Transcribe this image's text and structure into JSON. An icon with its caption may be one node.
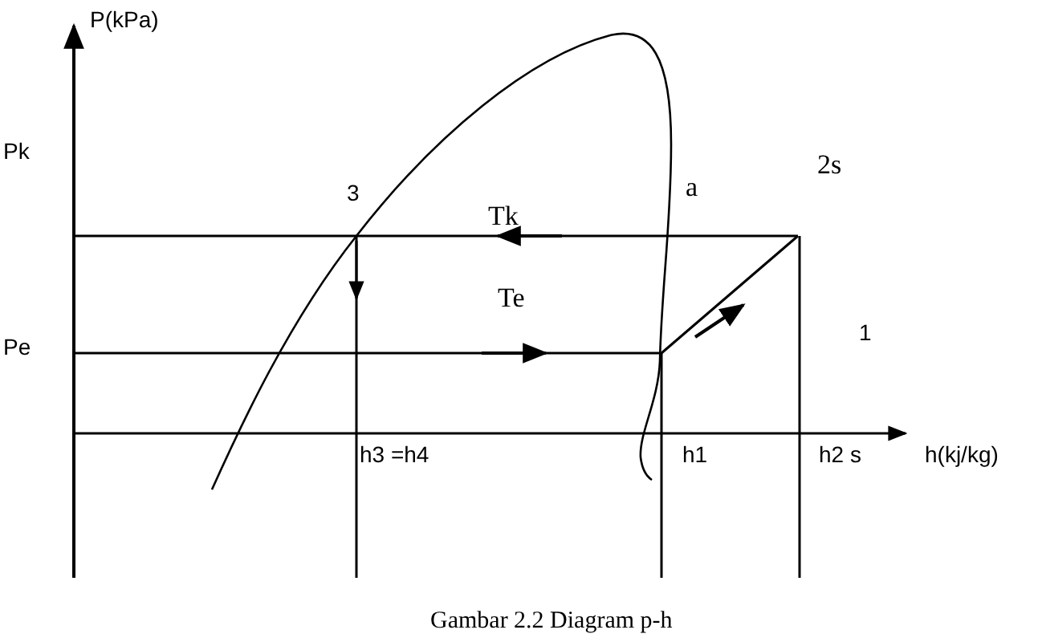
{
  "diagram": {
    "caption": "Gambar 2.2 Diagram p-h",
    "labels": [
      "P(kPa)",
      "Pk",
      "2s",
      "3",
      "a",
      "Tk",
      "Te",
      "Pe",
      "1",
      "h3 =h4",
      "h1",
      "h2 s",
      "h(kj/kg)"
    ]
  }
}
